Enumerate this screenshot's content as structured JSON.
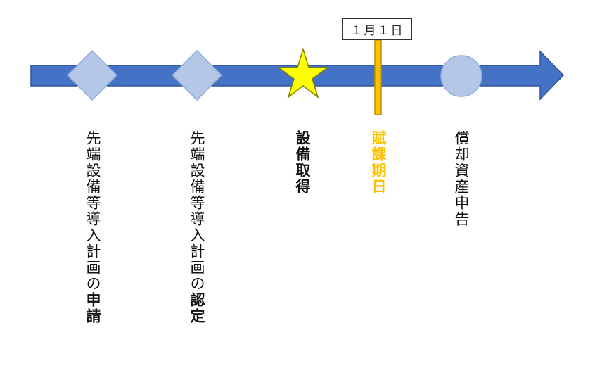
{
  "colors": {
    "arrow": "#4472C4",
    "marker_fill": "#B4C7E7",
    "marker_stroke": "#8FAADC",
    "star": "#FFFF00",
    "deadline": "#FFC000"
  },
  "deadline": {
    "label": "１月１日"
  },
  "events": [
    {
      "marker": "diamond",
      "label_plain": "先端設備等導入計画の",
      "label_bold": "申請"
    },
    {
      "marker": "diamond",
      "label_plain": "先端設備等導入計画の",
      "label_bold": "認定"
    },
    {
      "marker": "star-icon",
      "label_plain": "",
      "label_bold": "設備取得"
    },
    {
      "marker": "deadline-line",
      "label_plain": "",
      "label_bold": "賦課期日"
    },
    {
      "marker": "circle",
      "label_plain": "償却資産申告",
      "label_bold": ""
    }
  ]
}
